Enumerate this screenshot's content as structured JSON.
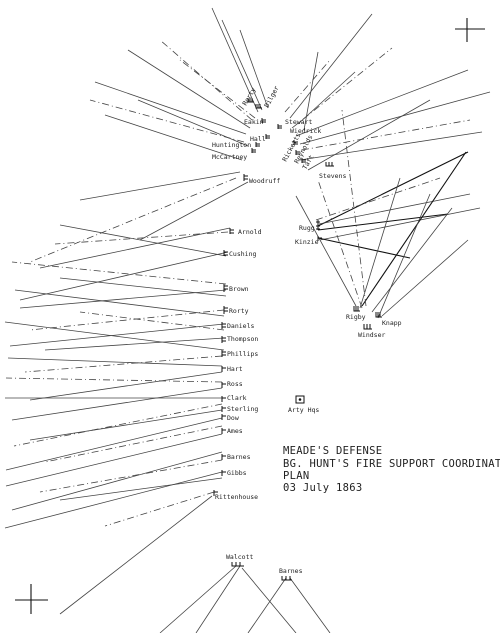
{
  "title": {
    "lines": [
      "MEADE'S DEFENSE",
      "BG. HUNT'S FIRE SUPPORT COORDINATION",
      "PLAN",
      "03 July 1863"
    ]
  },
  "headquarters": {
    "label": "Arty Hqs"
  },
  "batteries": [
    "Rorty",
    "Dilger",
    "Eakin",
    "Stewart",
    "Wiedrick",
    "Hall",
    "Huntington",
    "Ricketts",
    "Reynolds",
    "Taft",
    "McCartney",
    "Stevens",
    "Woodruff",
    "Rugg",
    "Kinzie",
    "Arnold",
    "Cushing",
    "Brown",
    "Rorty",
    "Daniels",
    "Thompson",
    "Phillips",
    "Hart",
    "Ross",
    "Clark",
    "Sterling",
    "Dow",
    "Ames",
    "Barnes",
    "Gibbs",
    "Rittenhouse",
    "Rigby",
    "Knapp",
    "Windser",
    "Walcott",
    "Barnes"
  ],
  "colors": {
    "ink": "#111111",
    "paper": "#ffffff"
  }
}
